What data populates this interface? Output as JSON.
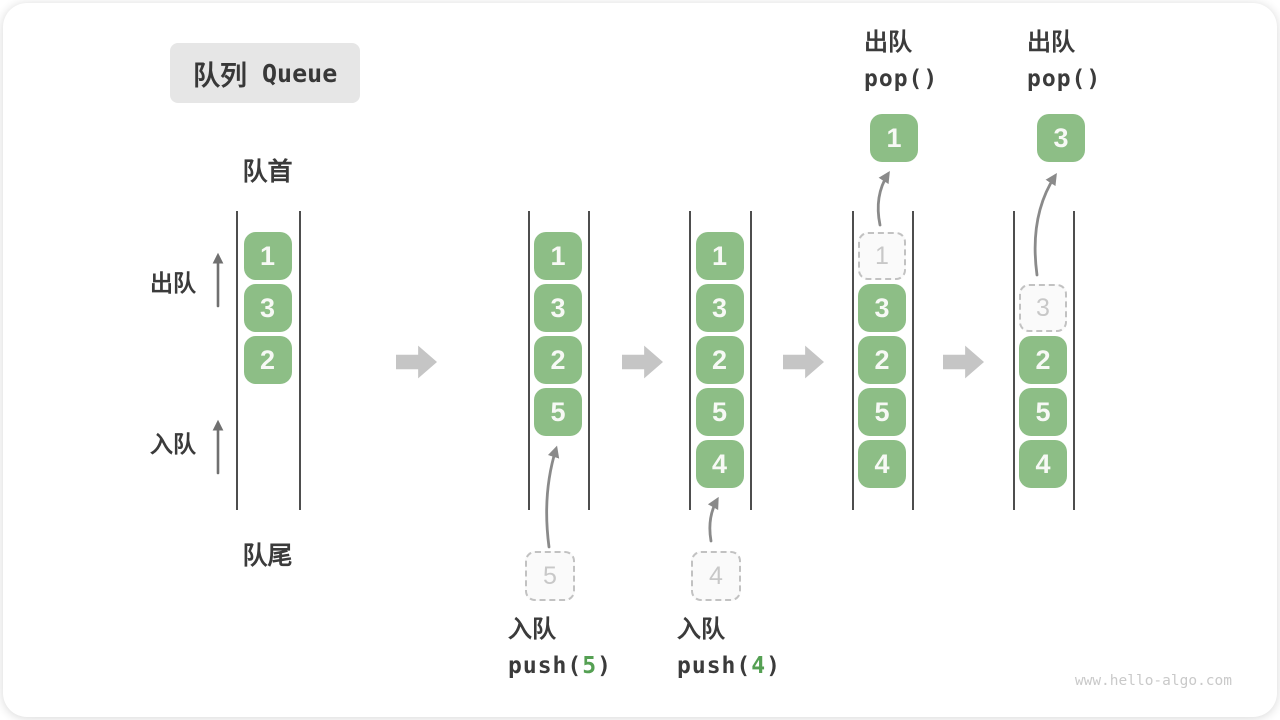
{
  "title": {
    "cn": "队列",
    "en": "Queue"
  },
  "labels": {
    "front": "队首",
    "rear": "队尾",
    "dequeue": "出队",
    "enqueue": "入队"
  },
  "watermark": "www.hello-algo.com",
  "colors": {
    "item_green": "#8DBE86",
    "code_arg_green": "#55A053",
    "label_dark": "#3B3B3B",
    "dashed_gray": "#C2C2C2",
    "arrow_gray": "#8A8A8A",
    "transition_arrow_gray": "#C5C5C5"
  },
  "states": [
    {
      "slots": [
        {
          "v": "1",
          "kind": "solid"
        },
        {
          "v": "3",
          "kind": "solid"
        },
        {
          "v": "2",
          "kind": "solid"
        }
      ]
    },
    {
      "slots": [
        {
          "v": "1",
          "kind": "solid"
        },
        {
          "v": "3",
          "kind": "solid"
        },
        {
          "v": "2",
          "kind": "solid"
        },
        {
          "v": "5",
          "kind": "solid"
        }
      ],
      "pending": "5",
      "action": {
        "cn": "入队",
        "code_pre": "push(",
        "arg": "5",
        "code_post": ")"
      }
    },
    {
      "slots": [
        {
          "v": "1",
          "kind": "solid"
        },
        {
          "v": "3",
          "kind": "solid"
        },
        {
          "v": "2",
          "kind": "solid"
        },
        {
          "v": "5",
          "kind": "solid"
        },
        {
          "v": "4",
          "kind": "solid"
        }
      ],
      "pending": "4",
      "action": {
        "cn": "入队",
        "code_pre": "push(",
        "arg": "4",
        "code_post": ")"
      }
    },
    {
      "slots": [
        {
          "v": "1",
          "kind": "dashed"
        },
        {
          "v": "3",
          "kind": "solid"
        },
        {
          "v": "2",
          "kind": "solid"
        },
        {
          "v": "5",
          "kind": "solid"
        },
        {
          "v": "4",
          "kind": "solid"
        }
      ],
      "popped": "1",
      "action": {
        "cn": "出队",
        "code": "pop()"
      }
    },
    {
      "slots": [
        {
          "kind": "empty"
        },
        {
          "v": "3",
          "kind": "dashed"
        },
        {
          "v": "2",
          "kind": "solid"
        },
        {
          "v": "5",
          "kind": "solid"
        },
        {
          "v": "4",
          "kind": "solid"
        }
      ],
      "popped": "3",
      "action": {
        "cn": "出队",
        "code": "pop()"
      }
    }
  ]
}
